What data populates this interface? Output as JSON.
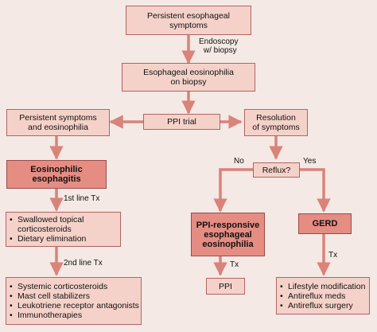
{
  "boxes": {
    "persistent": [
      "Persistent esophageal",
      "symptoms"
    ],
    "eosinophilia_biopsy": [
      "Esophageal eosinophilia",
      "on biopsy"
    ],
    "ppi_trial": [
      "PPI trial"
    ],
    "persistent_eos": [
      "Persistent symptoms",
      "and eosinophilia"
    ],
    "resolution": [
      "Resolution",
      "of symptoms"
    ],
    "eoe": [
      "Eosinophilic",
      "esophagitis"
    ],
    "reflux": [
      "Reflux?"
    ],
    "first_tx": [
      "Swallowed topical corticosteroids",
      "Dietary elimination"
    ],
    "ppi_resp": [
      "PPI-responsive",
      "esophageal",
      "eosinophilia"
    ],
    "gerd": [
      "GERD"
    ],
    "second_tx": [
      "Systemic corticosteroids",
      "Mast cell stabilizers",
      "Leukotriene receptor antagonists",
      "Immunotherapies"
    ],
    "ppi": [
      "PPI"
    ],
    "gerd_tx": [
      "Lifestyle modification",
      "Antireflux meds",
      "Antireflux surgery"
    ]
  },
  "labels": {
    "endoscopy": [
      "Endoscopy",
      "w/ biopsy"
    ],
    "first_line": "1st line Tx",
    "second_line": "2nd line Tx",
    "no": "No",
    "yes": "Yes",
    "tx_ppi": "Tx",
    "tx_gerd": "Tx"
  },
  "colors": {
    "box_fill": "#f5d2c9",
    "box_fill_strong": "#e58d83",
    "border": "#b06565",
    "arrow": "#d9837a",
    "background": "#f4e9e4"
  }
}
